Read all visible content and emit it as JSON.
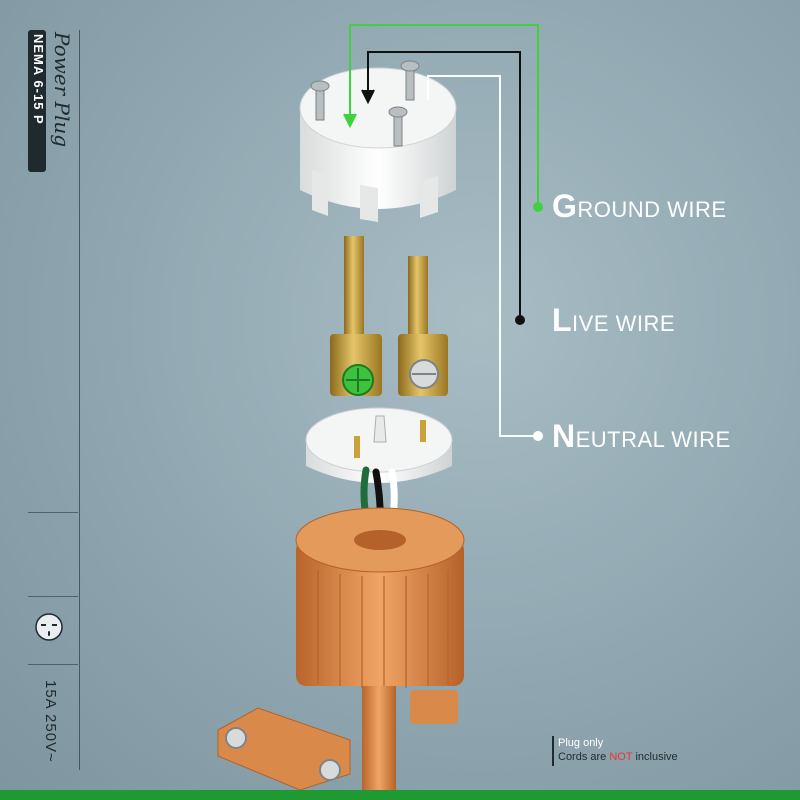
{
  "product": {
    "title": "Power Plug",
    "model": "NEMA  6-15 P",
    "rating": "15A  250V~"
  },
  "labels": {
    "ground": {
      "first": "G",
      "rest": "ROUND WIRE"
    },
    "live": {
      "first": "L",
      "rest": "IVE WIRE"
    },
    "neutral": {
      "first": "N",
      "rest": "EUTRAL WIRE"
    }
  },
  "note": {
    "line1": "Plug only",
    "line2_pre": "Cords are",
    "line2_hl": "NOT",
    "line2_post": "inclusive"
  },
  "colors": {
    "ground": "#3fd13f",
    "live": "#111111",
    "neutral": "#ffffff",
    "housing": "#d98a4a",
    "brass": "#c9a23a",
    "footer": "#1f9a33"
  },
  "icons": [
    "nema-6-15-outlet-icon"
  ]
}
